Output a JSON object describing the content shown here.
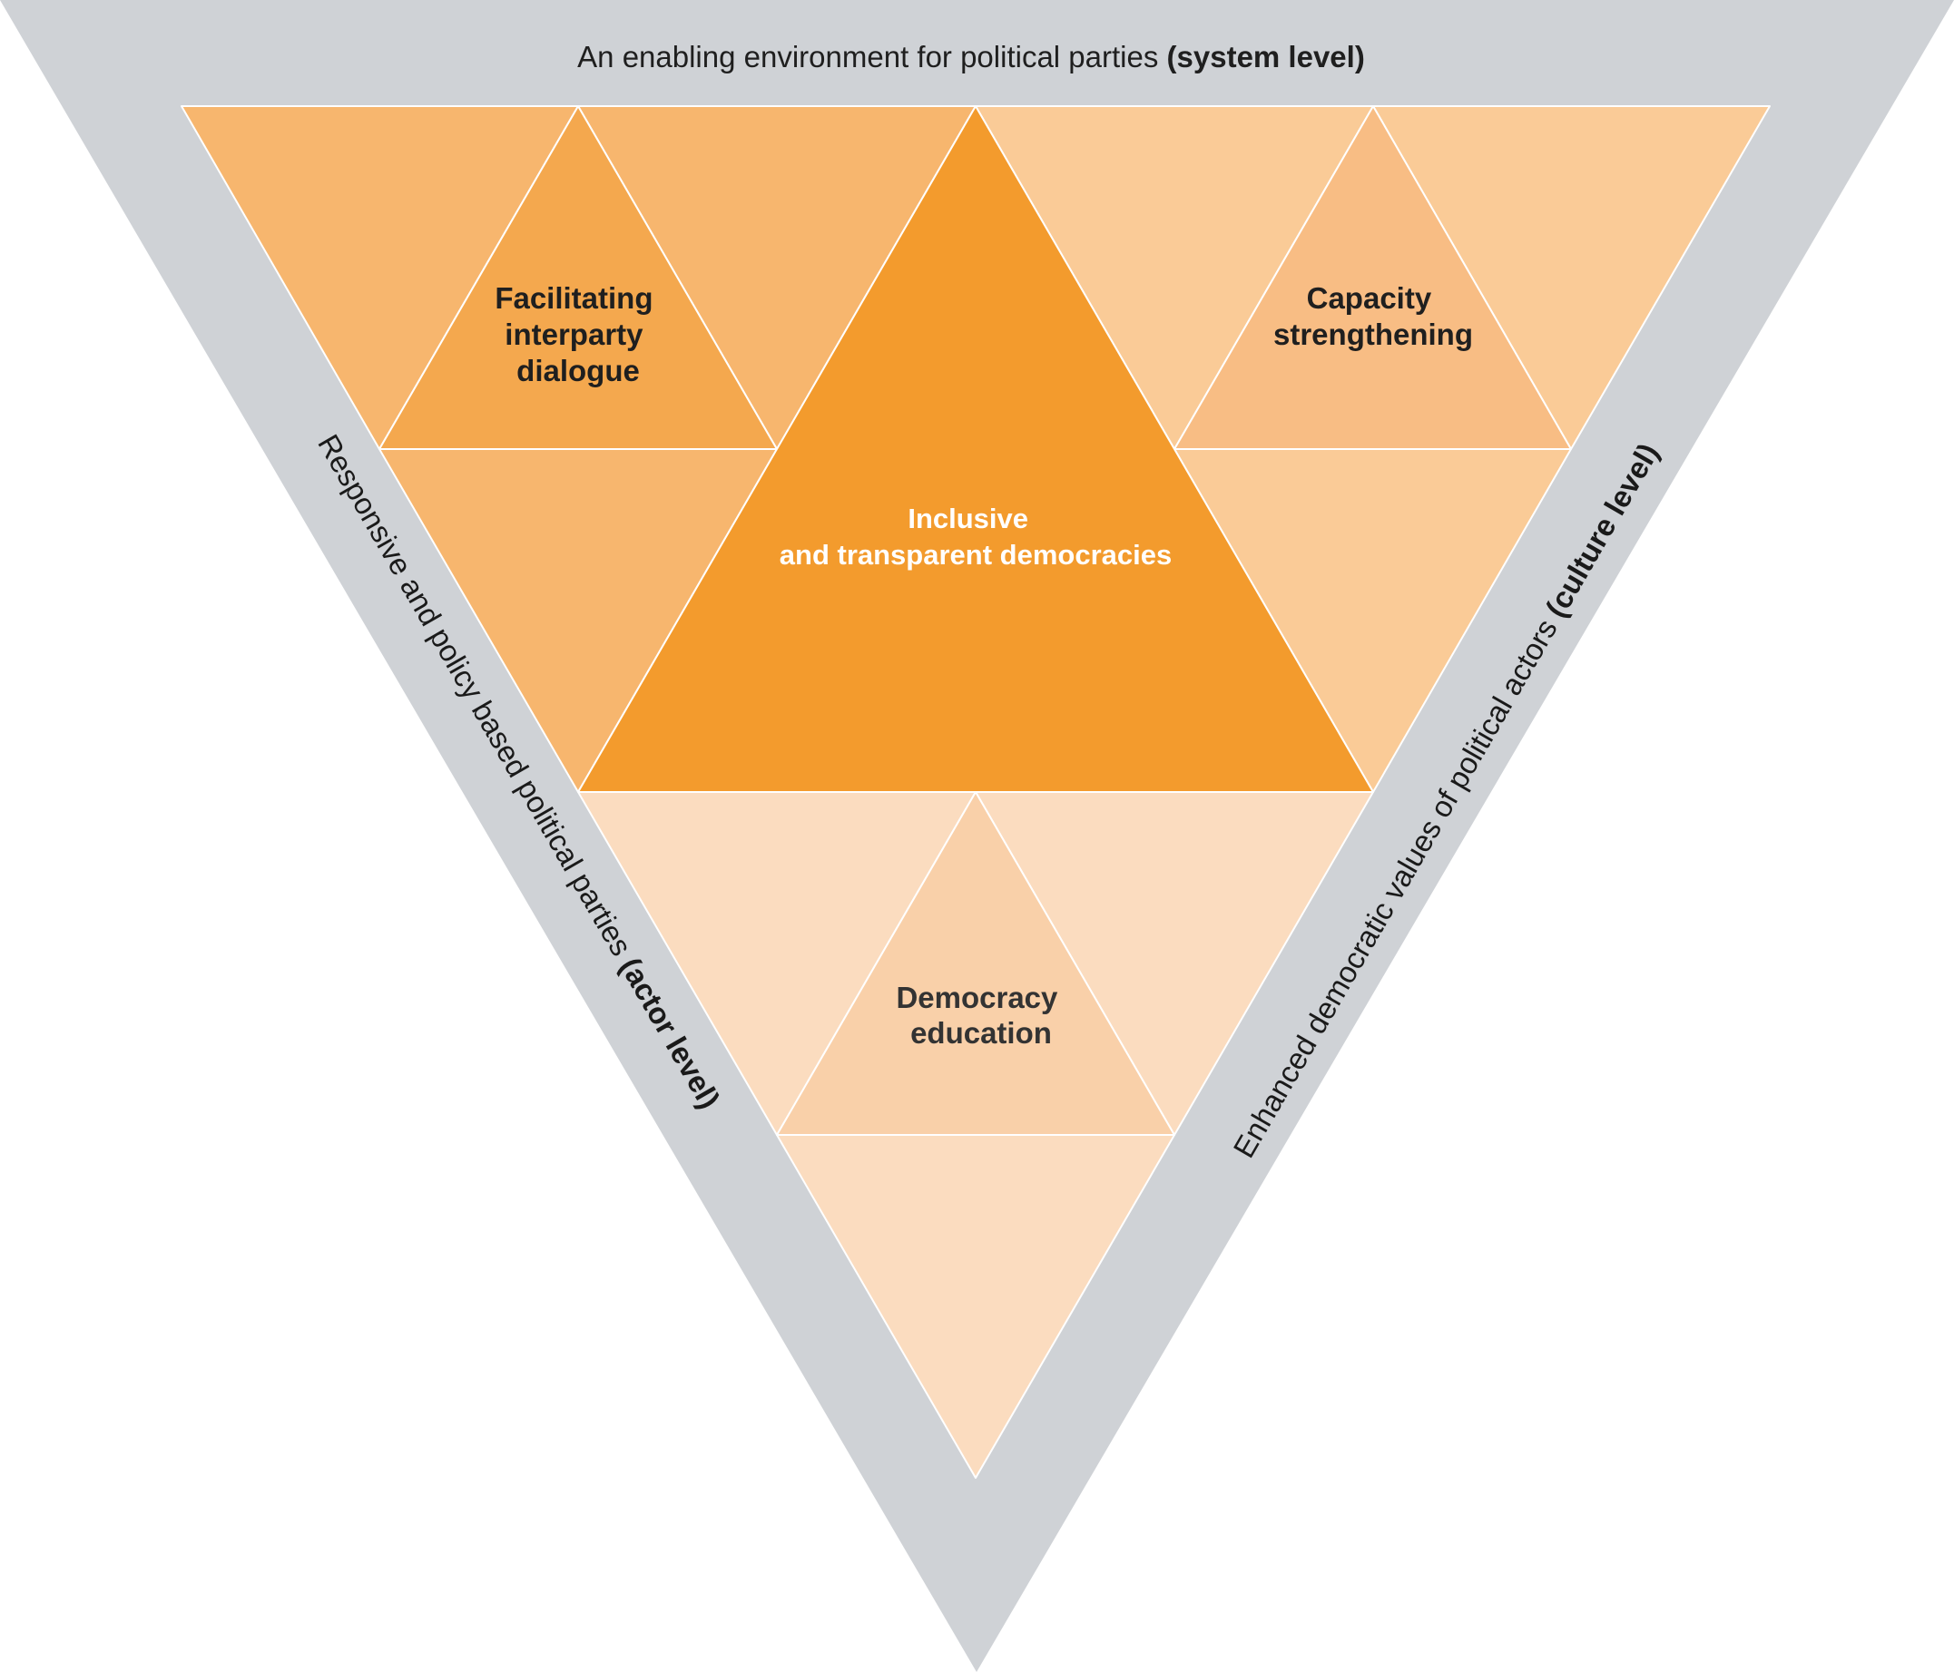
{
  "colors": {
    "frame": "#cfd2d6",
    "top_band": "#f7b66e",
    "left_small": "#f4a84e",
    "center": "#f39b2d",
    "right_band": "#facb97",
    "right_small": "#f8bd84",
    "bottom_band": "#fbdcbf",
    "bottom_small": "#f9d0a9",
    "edge": "#ffffff",
    "dark_text": "#1f1f1f",
    "muted_text": "#333333",
    "white_text": "#ffffff"
  },
  "outer": {
    "top_prefix": "An enabling environment for political parties ",
    "top_bold": "(system level)",
    "left_prefix": "Responsive and policy based political parties ",
    "left_bold": "(actor level)",
    "right_prefix": "Enhanced democratic values of political actors ",
    "right_bold": "(culture level)"
  },
  "segments": {
    "dialogue": [
      "Facilitating",
      "interparty",
      "dialogue"
    ],
    "capacity": [
      "Capacity",
      "strengthening"
    ],
    "center": [
      "Inclusive",
      "and transparent democracies"
    ],
    "education": [
      "Democracy",
      "education"
    ]
  }
}
